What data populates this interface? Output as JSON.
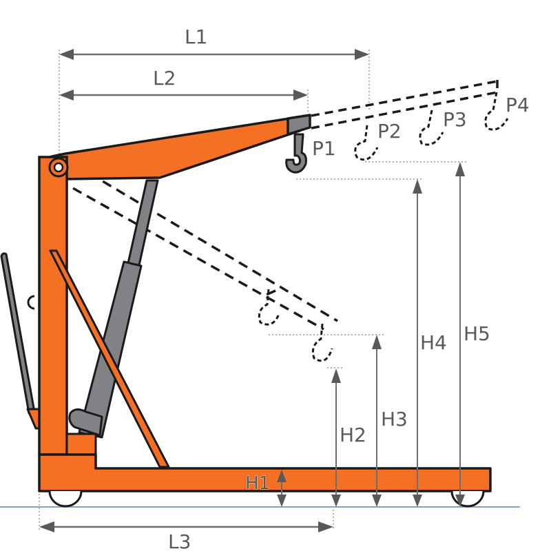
{
  "diagram": {
    "subject": "Engine crane / shop hoist side view with dimension annotations",
    "colors": {
      "frame": "#f47024",
      "outline": "#1a1a1a",
      "cylinder": "#808285",
      "dimension": "#58595b",
      "ground": "#8e9bd0",
      "background": "#ffffff"
    },
    "dimensions": {
      "L1": "L1",
      "L2": "L2",
      "L3": "L3",
      "H1": "H1",
      "H2": "H2",
      "H3": "H3",
      "H4": "H4",
      "H5": "H5"
    },
    "hook_positions": {
      "P1": "P1",
      "P2": "P2",
      "P3": "P3",
      "P4": "P4"
    }
  }
}
